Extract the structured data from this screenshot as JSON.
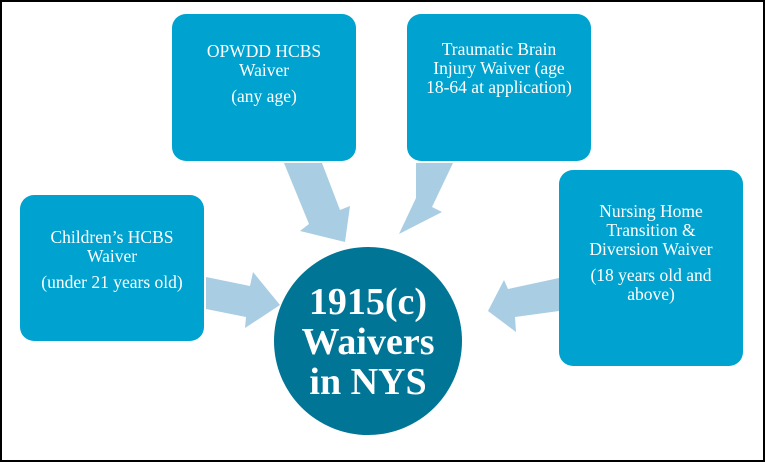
{
  "diagram": {
    "colors": {
      "box_fill": "#00a3d0",
      "center_fill": "#007596",
      "arrow_fill": "#a9cde3",
      "text": "#ffffff",
      "border": "#000000"
    },
    "center": {
      "lines": [
        "1915(c)",
        "Waivers",
        "in NYS"
      ]
    },
    "nodes": [
      {
        "id": "childrens-hcbs",
        "title_lines": [
          "Children’s HCBS",
          "Waiver"
        ],
        "subtitle": "(under 21 years old)",
        "arrow_direction": "right"
      },
      {
        "id": "opwdd-hcbs",
        "title_lines": [
          "OPWDD HCBS",
          "Waiver"
        ],
        "subtitle": "(any age)",
        "arrow_direction": "down-right"
      },
      {
        "id": "tbi",
        "title_lines": [
          "Traumatic Brain",
          "Injury Waiver (age",
          "18-64 at application)"
        ],
        "subtitle": "",
        "arrow_direction": "down-left"
      },
      {
        "id": "nhtd",
        "title_lines": [
          "Nursing Home",
          "Transition &",
          "Diversion Waiver"
        ],
        "subtitle_lines": [
          "(18 years old and",
          "above)"
        ],
        "arrow_direction": "left"
      }
    ]
  }
}
